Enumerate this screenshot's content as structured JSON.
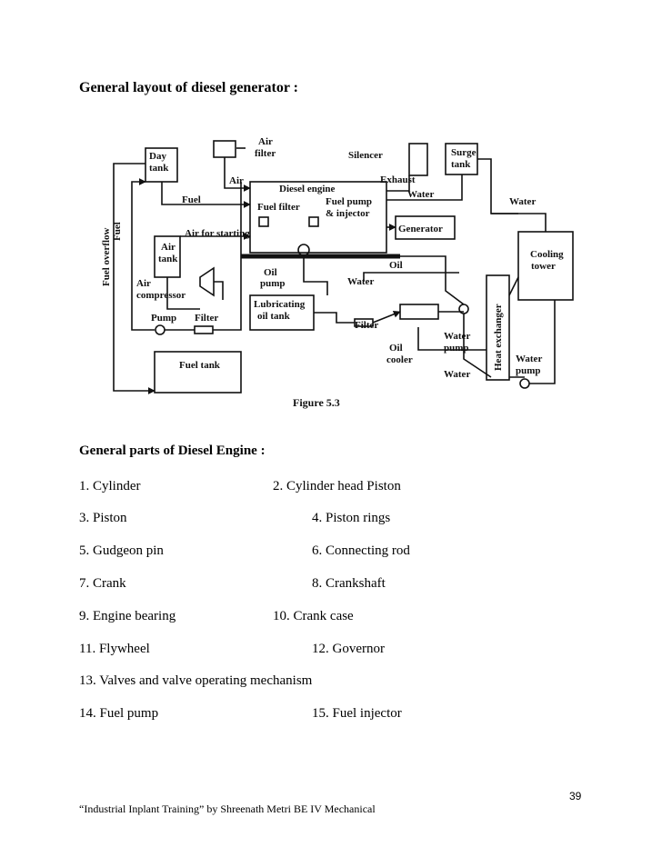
{
  "heading": "General layout of diesel generator :",
  "figure": {
    "caption": "Figure 5.3",
    "labels": {
      "day_tank": [
        "Day",
        "tank"
      ],
      "air_filter": [
        "Air",
        "filter"
      ],
      "silencer": "Silencer",
      "surge_tank": [
        "Surge",
        "tank"
      ],
      "exhaust": "Exhaust",
      "air": "Air",
      "diesel_engine": "Diesel engine",
      "fuel_filter": "Fuel filter",
      "fuel_pump_injector": [
        "Fuel pump",
        "& injector"
      ],
      "water_top": "Water",
      "water_right": "Water",
      "fuel": "Fuel",
      "fuel_overflow": "Fuel overflow",
      "fuel_vertical": "Fuel",
      "generator": "Generator",
      "air_for_starting": "Air for starting",
      "cooling_tower": [
        "Cooling",
        "tower"
      ],
      "air_tank": [
        "Air",
        "tank"
      ],
      "oil_pump": [
        "Oil",
        "pump"
      ],
      "oil": "Oil",
      "air_compressor": [
        "Air",
        "compressor"
      ],
      "water_mid": "Water",
      "lube_tank": [
        "Lubricating",
        "oil tank"
      ],
      "heat_exchanger": "Heat exchanger",
      "pump": "Pump",
      "filter_left": "Filter",
      "filter_mid": "Filter",
      "oil_cooler": [
        "Oil",
        "cooler"
      ],
      "water_pump_mid": [
        "Water",
        "pump"
      ],
      "water_pump_right": [
        "Water",
        "pump"
      ],
      "fuel_tank": "Fuel tank",
      "water_bottom": "Water"
    }
  },
  "parts_title": "General parts of Diesel Engine :",
  "parts": [
    "1. Cylinder",
    "2. Cylinder head Piston",
    "3. Piston",
    "4. Piston rings",
    "5. Gudgeon pin",
    "6. Connecting rod",
    "7. Crank",
    "8. Crankshaft",
    "9. Engine bearing",
    "10. Crank case",
    "11. Flywheel",
    "12. Governor",
    "13. Valves and valve operating mechanism",
    "14. Fuel pump",
    "15. Fuel injector"
  ],
  "page_number": "39",
  "footer": "“Industrial Inplant Training” by Shreenath Metri BE IV Mechanical"
}
